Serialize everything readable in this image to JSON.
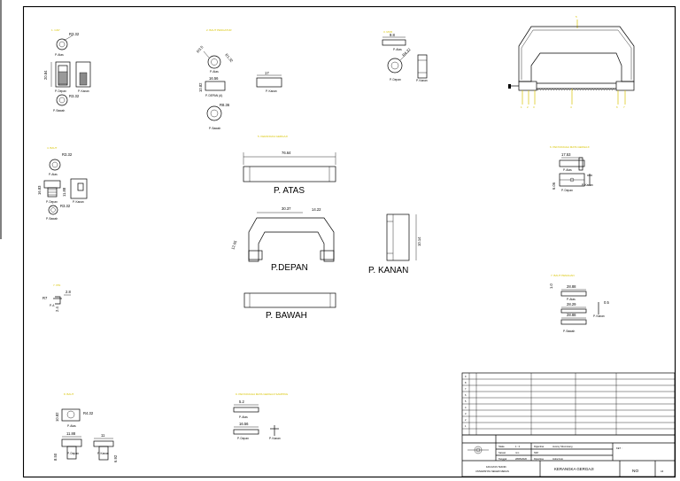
{
  "views": {
    "atas": "P. ATAS",
    "depan": "P.DEPAN",
    "kanan": "P. KANAN",
    "bawah": "P. BAWAH",
    "atas_small": "P. Atas",
    "depan_small": "P. Depan",
    "kanan_small": "P. Kanan",
    "bawah_small": "P. Bawah"
  },
  "dimensions": {
    "atas_width": "76.64",
    "depan_top": "30.37",
    "depan_right": "14.22",
    "depan_left": "12.05",
    "kanan_height": "10.14",
    "bawah_top": "28.88",
    "bawah_mid": "28.29",
    "bawah_low": "28.88",
    "bracket_width": "17.53",
    "bracket_height": "6.06",
    "r1": "R3.32",
    "r2": "R3.32",
    "r3": "R3.32",
    "r4": "R3.32",
    "small_a": "16.56",
    "small_b": "11.88",
    "small_c": "10.82",
    "small_d": "11",
    "d1": "5.2",
    "d2": "2.8",
    "d3": "8.50",
    "d4": "6.92",
    "d5": "0.5"
  },
  "titleblock": {
    "scale_label": "Skala",
    "scale_value": "1 : 2",
    "unit_label": "Satuan",
    "unit_value": "mm",
    "date_label": "Tanggal",
    "date_value": "28/05/2020",
    "drawn_label": "Digambar",
    "drawn_value": "Jeremy Situmorang",
    "nim_label": "NIM",
    "nim_value": "",
    "checked_label": "Diperiksa",
    "checked_value": "Indra Koto",
    "ket_label": "KET :",
    "faculty": "FAKULTAS TEKNIK",
    "university": "UNIVERSITAS NEGERI MEDAN",
    "drawing_title": "KERANGKA GERGAJI",
    "drawing_prefix": "GAMBAR",
    "no_label": "NO",
    "a_label": "A3"
  }
}
